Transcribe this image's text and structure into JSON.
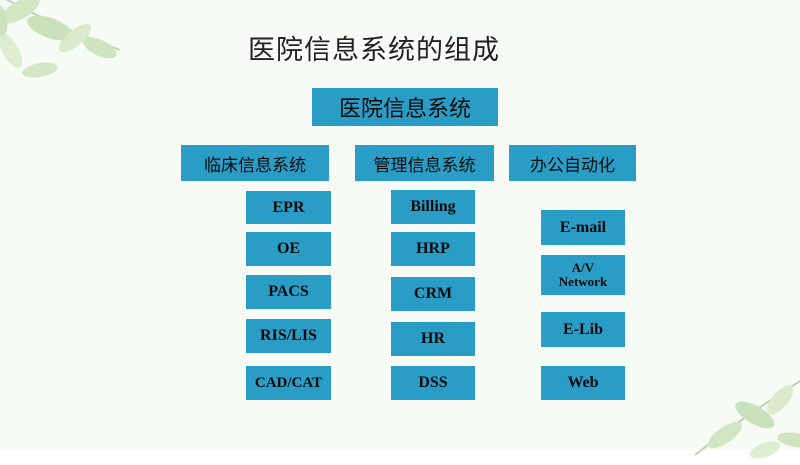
{
  "slide": {
    "title": "医院信息系统的组成"
  },
  "root": {
    "label": "医院信息系统"
  },
  "categories": [
    {
      "label": "临床信息系统"
    },
    {
      "label": "管理信息系统"
    },
    {
      "label": "办公自动化"
    }
  ],
  "clinical": [
    "EPR",
    "OE",
    "PACS",
    "RIS/LIS",
    "CAD/CAT"
  ],
  "management": [
    "Billing",
    "HRP",
    "CRM",
    "HR",
    "DSS"
  ],
  "office": [
    "E-mail",
    "A/V\nNetwork",
    "E-Lib",
    "Web"
  ],
  "colors": {
    "box": "#2a9dc7",
    "background": "#f7fbf5"
  }
}
